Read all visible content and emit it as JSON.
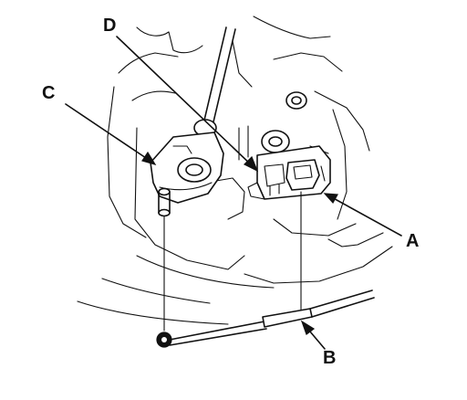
{
  "callouts": {
    "a": "A",
    "b": "B",
    "c": "C",
    "d": "D"
  },
  "colors": {
    "ink": "#111111",
    "paper": "#ffffff"
  }
}
